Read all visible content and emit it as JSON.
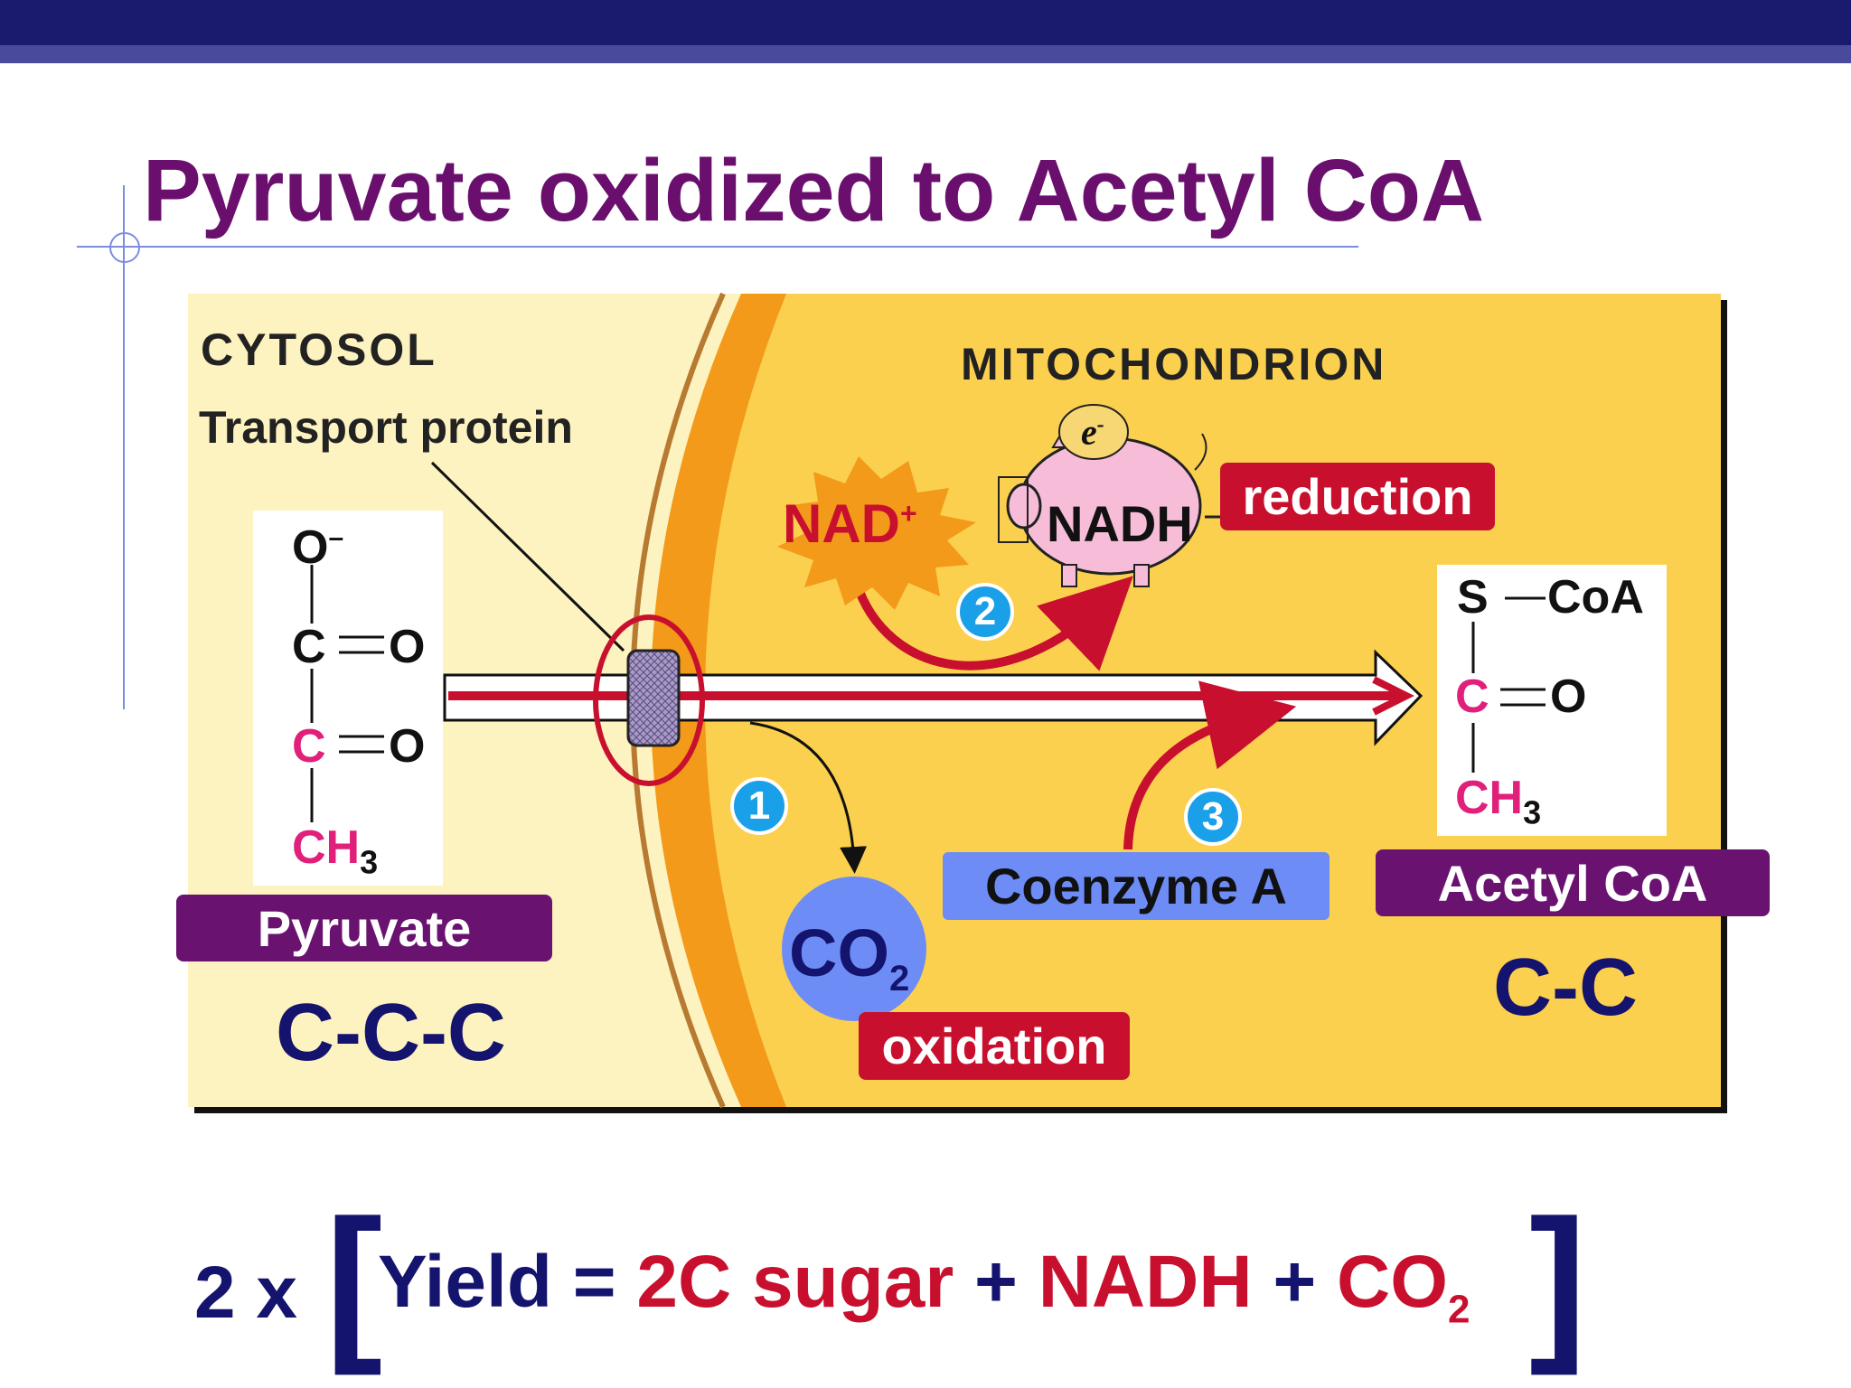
{
  "title": "Pyruvate oxidized to Acetyl CoA",
  "labels": {
    "cytosol": "CYTOSOL",
    "mitochondrion": "MITOCHONDRION",
    "transport_protein": "Transport protein",
    "nad": "NAD",
    "nad_sup": "+",
    "nadh": "NADH",
    "electron": "e",
    "electron_sup": "-",
    "reduction": "reduction",
    "oxidation": "oxidation",
    "co2_main": "CO",
    "co2_sub": "2",
    "coenzyme_a": "Coenzyme A",
    "pyruvate": "Pyruvate",
    "acetyl_coa": "Acetyl CoA",
    "pyruvate_carbons": "C-C-C",
    "acetyl_carbons": "C-C"
  },
  "steps": [
    "1",
    "2",
    "3"
  ],
  "pyruvate_structure": {
    "o_minus": "O",
    "minus": "–",
    "c1": "C",
    "o1": "O",
    "c2": "C",
    "o2": "O",
    "ch": "CH",
    "three": "3"
  },
  "acetyl_structure": {
    "s": "S",
    "coa": "CoA",
    "c": "C",
    "o": "O",
    "ch": "CH",
    "three": "3"
  },
  "yield": {
    "multiplier": "2 x",
    "open_bracket": "[",
    "close_bracket": "]",
    "prefix": "Yield = ",
    "sugar": "2C sugar",
    "plus1": " + ",
    "nadh": "NADH",
    "plus2": " + ",
    "co2": "CO",
    "co2_sub": "2"
  },
  "colors": {
    "title": "#6a0f6e",
    "navy": "#14146e",
    "red": "#c8102e",
    "purple_tag": "#6a1270",
    "cytosol_bg": "#fdf3c0",
    "mito_bg": "#fcd04f",
    "membrane": "#f39a1a",
    "step_blue": "#1aa0e8"
  }
}
